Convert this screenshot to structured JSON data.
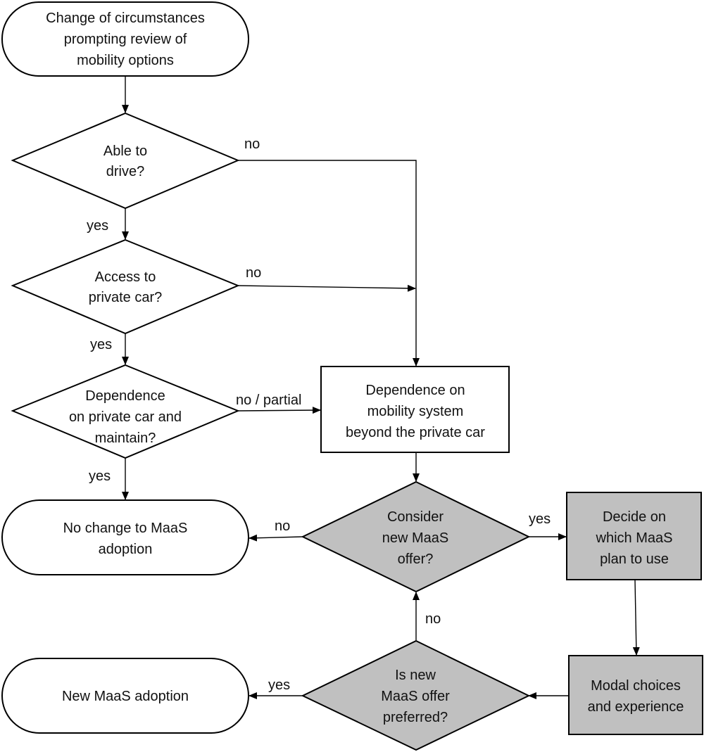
{
  "nodes": {
    "start": {
      "lines": [
        "Change of circumstances",
        "prompting review of",
        "mobility options"
      ]
    },
    "able_to_drive": {
      "lines": [
        "Able to",
        "drive?"
      ]
    },
    "access_private_car": {
      "lines": [
        "Access  to",
        "private car?"
      ]
    },
    "dependence_private_car": {
      "lines": [
        "Dependence",
        "on private car and",
        "maintain?"
      ]
    },
    "dependence_mobility_system": {
      "lines": [
        "Dependence on",
        "mobility system",
        "beyond the private car"
      ]
    },
    "no_change": {
      "lines": [
        "No change to MaaS",
        "adoption"
      ]
    },
    "consider_offer": {
      "lines": [
        "Consider",
        "new MaaS",
        "offer?"
      ]
    },
    "decide_plan": {
      "lines": [
        "Decide on",
        "which MaaS",
        "plan to use"
      ]
    },
    "modal_choices": {
      "lines": [
        "Modal choices",
        "and experience"
      ]
    },
    "offer_preferred": {
      "lines": [
        "Is new",
        "MaaS offer",
        "preferred?"
      ]
    },
    "new_adoption": {
      "lines": [
        "New MaaS adoption"
      ]
    }
  },
  "edge_labels": {
    "able_no": "no",
    "able_yes": "yes",
    "access_no": "no",
    "access_yes": "yes",
    "dependence_partial": "no / partial",
    "dependence_yes": "yes",
    "consider_no": "no",
    "consider_yes": "yes",
    "preferred_no": "no",
    "preferred_yes": "yes"
  },
  "colors": {
    "decision_fill_grey": "#c0c0c0",
    "node_fill_white": "#ffffff",
    "stroke": "#000000"
  }
}
